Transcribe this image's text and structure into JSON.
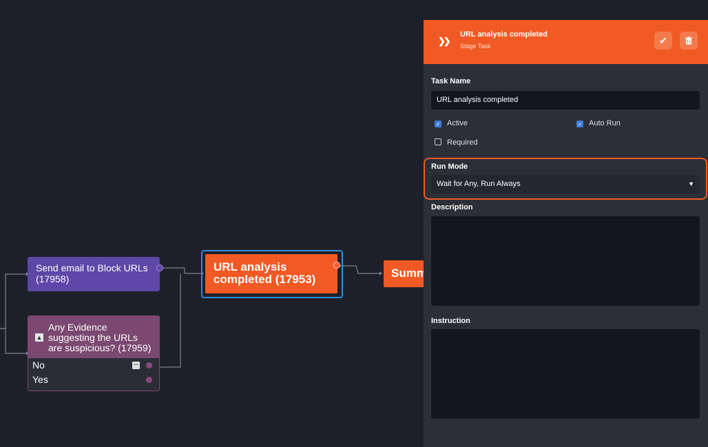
{
  "canvas": {
    "nodes": {
      "send_email": "Send email to Block URLs (17958)",
      "url_analysis": "URL analysis completed (17953)",
      "summary_partial": "Summ",
      "condition": "Any Evidence suggesting the URLs are suspicious? (17959)",
      "condition_no": "No",
      "condition_yes": "Yes"
    }
  },
  "panel": {
    "title": "URL analysis completed",
    "subtitle": "Stage Task",
    "icon": "chevrons-icon",
    "confirm_icon": "check-icon",
    "delete_icon": "trash-icon",
    "accent_color": "#f15a24",
    "task_name_label": "Task Name",
    "task_name_value": "URL analysis completed",
    "active_label": "Active",
    "active_checked": true,
    "auto_run_label": "Auto Run",
    "auto_run_checked": true,
    "required_label": "Required",
    "required_checked": false,
    "run_mode_label": "Run Mode",
    "run_mode_value": "Wait for Any, Run Always",
    "description_label": "Description",
    "description_value": "",
    "instruction_label": "Instruction",
    "instruction_value": ""
  }
}
